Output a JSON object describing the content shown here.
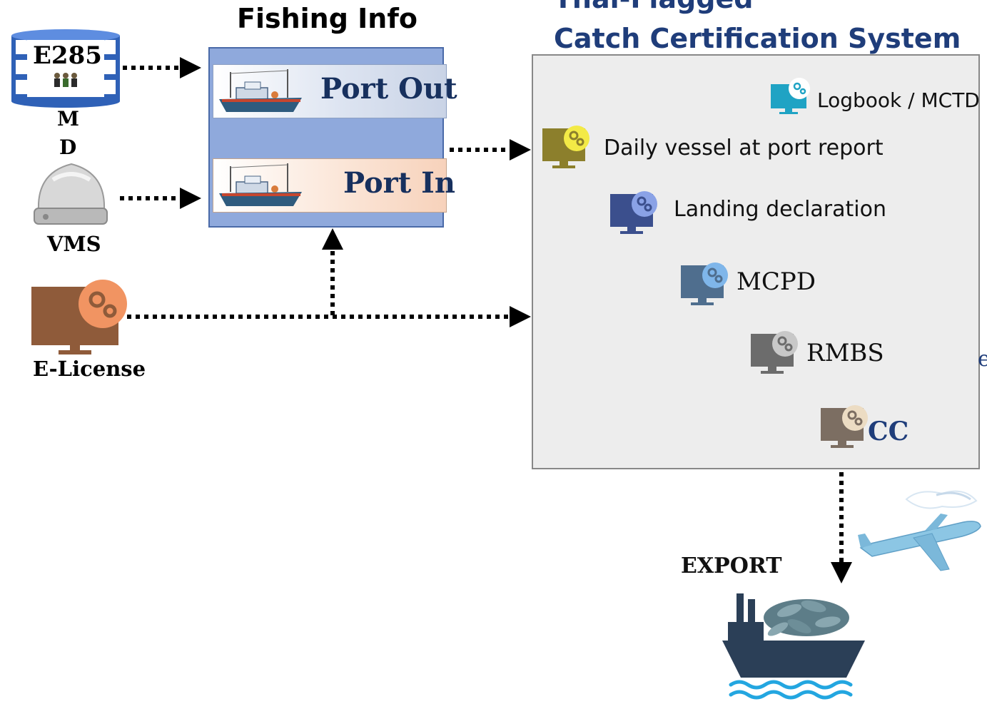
{
  "fishing_info": {
    "title": "Fishing Info",
    "port_out": "Port Out",
    "port_in": "Port In"
  },
  "sources": {
    "e285": {
      "label": "E285",
      "caption_line1": "M",
      "caption_line2": "D"
    },
    "vms": {
      "label": "VMS"
    },
    "elicense": {
      "label": "E-License"
    }
  },
  "system": {
    "title_line1": "Thai-Flagged",
    "title_line2": "Catch Certification System",
    "steps": {
      "logbook": "Logbook / MCTD",
      "daily": "Daily vessel at port report",
      "landing": "Landing declaration",
      "mcpd": "MCPD",
      "rmbs": "RMBS",
      "cc": "CC"
    },
    "edge_glyph": "e"
  },
  "export": {
    "label": "EXPORT"
  },
  "colors": {
    "title_blue": "#1f3d7a",
    "navy": "#17305e",
    "box_blue": "#8fa9dc",
    "box_border": "#4a6aa8",
    "panel_bg": "#ededed",
    "panel_border": "#888888"
  }
}
